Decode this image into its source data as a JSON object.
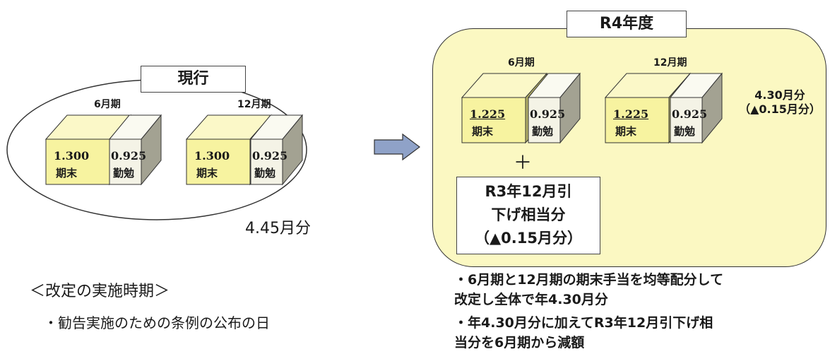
{
  "current": {
    "title": "現行",
    "period_june": "6月期",
    "period_dec": "12月期",
    "june_kimatsu": "1.300",
    "june_kimatsu_label": "期末",
    "june_kinben": "0.925",
    "june_kinben_label": "勤勉",
    "dec_kimatsu": "1.300",
    "dec_kimatsu_label": "期末",
    "dec_kinben": "0.925",
    "dec_kinben_label": "勤勉",
    "total": "4.45月分"
  },
  "r4": {
    "title": "R4年度",
    "period_june": "6月期",
    "period_dec": "12月期",
    "june_kimatsu": "1.225",
    "june_kimatsu_label": "期末",
    "june_kinben": "0.925",
    "june_kinben_label": "勤勉",
    "dec_kimatsu": "1.225",
    "dec_kimatsu_label": "期末",
    "dec_kinben": "0.925",
    "dec_kinben_label": "勤勉",
    "plus": "＋",
    "reduction_line1": "R3年12月引",
    "reduction_line2": "下げ相当分",
    "reduction_line3": "（▲0.15月分）",
    "total_line1": "4.30月分",
    "total_line2": "（▲0.15月分）"
  },
  "schedule": {
    "heading": "＜改定の実施時期＞",
    "item": "・勧告実施のための条例の公布の日"
  },
  "notes": {
    "note1_line1": "・6月期と12月期の期末手当を均等配分して",
    "note1_line2": "改定し全体で年4.30月分",
    "note2_line1": "・年4.30月分に加えてR3年12月引下げ相",
    "note2_line2": "当分を6月期から減額"
  },
  "colors": {
    "kimatsu_front": "#f7f3a0",
    "kimatsu_top": "#fbf8c8",
    "kimatsu_side": "#b4b068",
    "kinben_front": "#f4f3e6",
    "kinben_top": "#fafaf1",
    "kinben_side": "#a3a292",
    "r4_panel": "#fbf8c2",
    "arrow": "#8fa2c8"
  }
}
